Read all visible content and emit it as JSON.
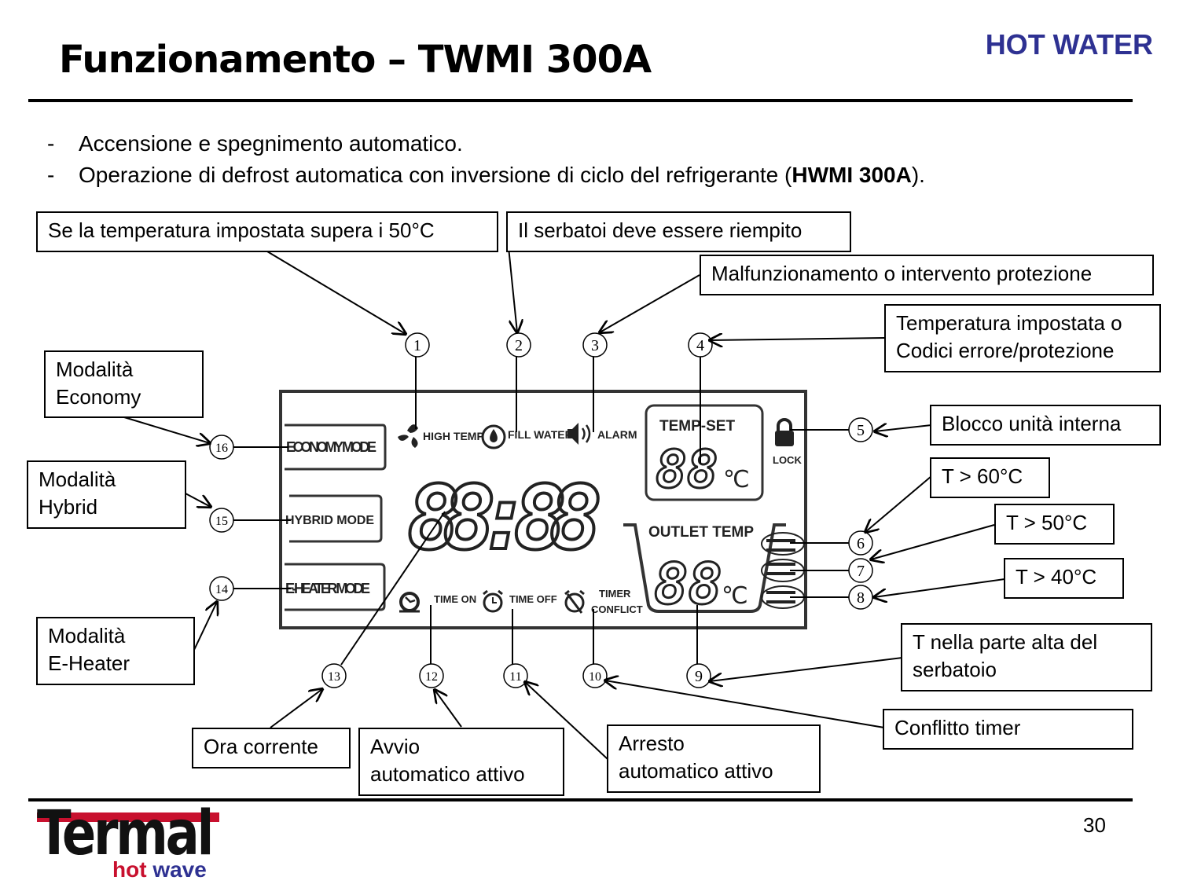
{
  "header": {
    "title": "Funzionamento – TWMI 300A",
    "section": "HOT WATER"
  },
  "bullets": [
    {
      "dash": "-",
      "text": "Accensione e spegnimento automatico."
    },
    {
      "dash": "-",
      "text_before": "Operazione di defrost automatica con inversione di ciclo del refrigerante (",
      "bold": "HWMI 300A",
      "text_after": ")."
    }
  ],
  "callouts": {
    "c1": "Se la temperatura impostata supera i 50°C",
    "c2": "Il serbatoi deve essere riempito",
    "c3": "Malfunzionamento o intervento protezione",
    "c4_line1": "Temperatura impostata o",
    "c4_line2": "Codici errore/protezione",
    "c5": "Blocco unità interna",
    "c6": "T > 60°C",
    "c7": "T > 50°C",
    "c8": "T > 40°C",
    "c9_line1": "T nella parte alta del",
    "c9_line2": "serbatoio",
    "c10": "Conflitto timer",
    "c11_line1": "Arresto",
    "c11_line2": "automatico attivo",
    "c12_line1": "Avvio",
    "c12_line2": "automatico attivo",
    "c13": "Ora corrente",
    "c14_line1": "Modalità",
    "c14_line2": "E-Heater",
    "c15_line1": "Modalità",
    "c15_line2": "Hybrid",
    "c16_line1": "Modalità",
    "c16_line2": "Economy"
  },
  "numbers": [
    "1",
    "2",
    "3",
    "4",
    "5",
    "6",
    "7",
    "8",
    "9",
    "10",
    "11",
    "12",
    "13",
    "14",
    "15",
    "16"
  ],
  "lcd": {
    "economy_mode": "ECONOMY MODE",
    "hybrid_mode": "HYBRID MODE",
    "eheater_mode": "E-HEATER MODE",
    "high_temp": "HIGH TEMP",
    "fill_water": "FILL WATER",
    "alarm": "ALARM",
    "temp_set": "TEMP-SET",
    "lock": "LOCK",
    "outlet_temp": "OUTLET TEMP",
    "time_on": "TIME ON",
    "time_off": "TIME OFF",
    "timer": "TIMER",
    "conflict": "CONFLICT",
    "clock_digits": "88:88",
    "set_digits": "88",
    "outlet_digits": "88",
    "unit": "℃"
  },
  "footer": {
    "page": "30",
    "logo_main": "Termal",
    "logo_hot": "hot",
    "logo_wave": "wave"
  },
  "colors": {
    "section": "#2e3192",
    "logo_red": "#c8102e",
    "logo_blue": "#2e3192"
  }
}
